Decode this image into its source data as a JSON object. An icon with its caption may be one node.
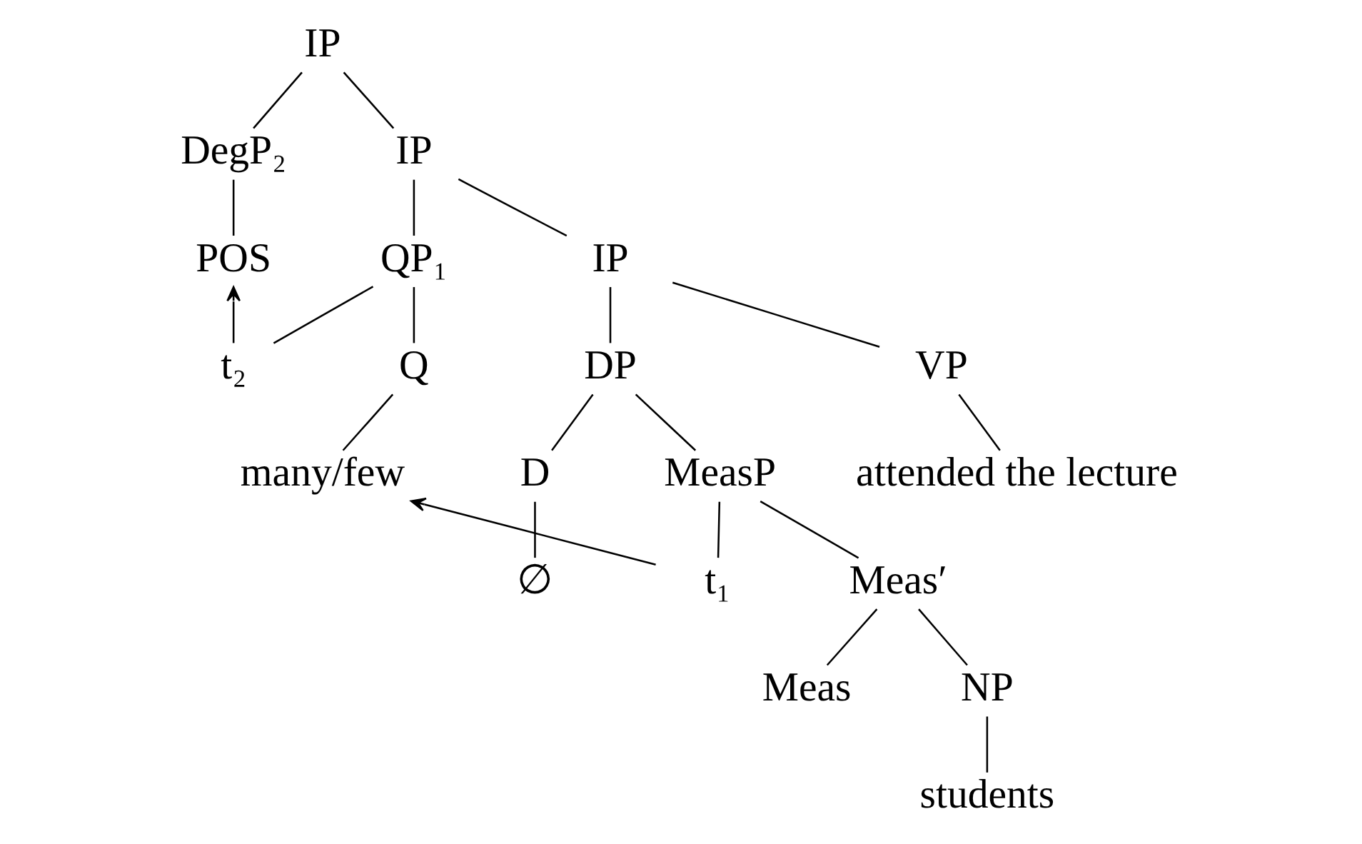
{
  "diagram": {
    "nodes": [
      {
        "text": [
          "IP"
        ]
      },
      {
        "text": [
          "DegP₂"
        ]
      },
      {
        "text": [
          "IP"
        ]
      },
      {
        "text": [
          "POS"
        ]
      },
      {
        "text": [
          "QP₁"
        ]
      },
      {
        "text": [
          "IP"
        ]
      },
      {
        "text": [
          "t₂"
        ]
      },
      {
        "text": [
          "Q"
        ]
      },
      {
        "text": [
          "DP"
        ]
      },
      {
        "text": [
          "VP"
        ]
      },
      {
        "text": [
          "many/few"
        ]
      },
      {
        "text": [
          "D"
        ]
      },
      {
        "text": [
          "MeasP"
        ]
      },
      {
        "text": [
          "attended the lecture"
        ]
      },
      {
        "text": [
          "∅"
        ]
      },
      {
        "text": [
          "t₁"
        ]
      },
      {
        "text": [
          "Meas′"
        ]
      },
      {
        "text": [
          "Meas"
        ]
      },
      {
        "text": [
          "NP"
        ]
      },
      {
        "text": [
          "students"
        ]
      }
    ],
    "edges": [
      {
        "from": 0,
        "to": 1,
        "arrow": "none"
      },
      {
        "from": 0,
        "to": 2,
        "arrow": "none"
      },
      {
        "from": 1,
        "to": 3,
        "arrow": "none"
      },
      {
        "from": 2,
        "to": 4,
        "arrow": "none"
      },
      {
        "from": 2,
        "to": 5,
        "arrow": "none"
      },
      {
        "from": 4,
        "to": 6,
        "arrow": "none"
      },
      {
        "from": 4,
        "to": 7,
        "arrow": "none"
      },
      {
        "from": 5,
        "to": 8,
        "arrow": "none"
      },
      {
        "from": 5,
        "to": 9,
        "arrow": "none"
      },
      {
        "from": 7,
        "to": 10,
        "arrow": "none"
      },
      {
        "from": 8,
        "to": 11,
        "arrow": "none"
      },
      {
        "from": 8,
        "to": 12,
        "arrow": "none"
      },
      {
        "from": 9,
        "to": 13,
        "arrow": "none"
      },
      {
        "from": 11,
        "to": 14,
        "arrow": "none"
      },
      {
        "from": 12,
        "to": 15,
        "arrow": "none"
      },
      {
        "from": 12,
        "to": 16,
        "arrow": "none"
      },
      {
        "from": 16,
        "to": 17,
        "arrow": "none"
      },
      {
        "from": 16,
        "to": 18,
        "arrow": "none"
      },
      {
        "from": 18,
        "to": 19,
        "arrow": "none"
      },
      {
        "from": 6,
        "to": 3,
        "arrow": "to"
      },
      {
        "from": 15,
        "to": 10,
        "arrow": "to"
      }
    ]
  }
}
